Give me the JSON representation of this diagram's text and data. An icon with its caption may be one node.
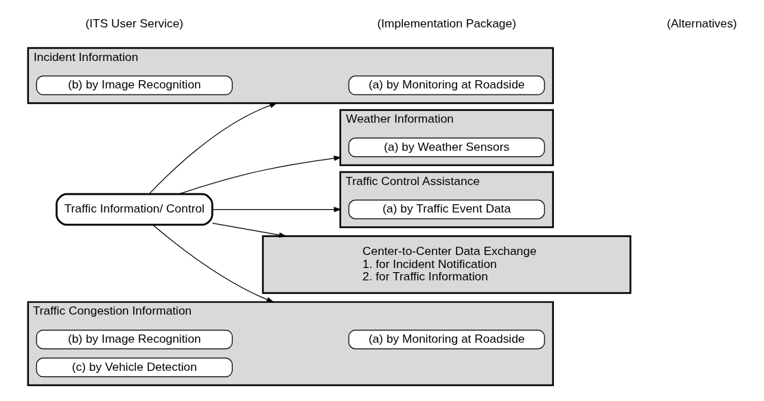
{
  "diagram": {
    "nodes": [
      {
        "text": [
          "Traffic Information/ Control"
        ]
      },
      {
        "text": [
          "Incident Information"
        ]
      },
      {
        "text": [
          "(a) by Monitoring at Roadside"
        ],
        "in": 1
      },
      {
        "text": [
          "(b) by Image Recognition"
        ],
        "in": 1
      },
      {
        "text": [
          "Traffic Congestion Information"
        ]
      },
      {
        "text": [
          "(a) by Monitoring at Roadside"
        ],
        "in": 4
      },
      {
        "text": [
          "(b) by Image Recognition"
        ],
        "in": 4
      },
      {
        "text": [
          "(c) by Vehicle Detection"
        ],
        "in": 4
      },
      {
        "text": [
          "Weather Information"
        ]
      },
      {
        "text": [
          "(a) by Weather Sensors"
        ],
        "in": 8
      },
      {
        "text": [
          "Traffic Control Assistance"
        ]
      },
      {
        "text": [
          "(a) by Traffic Event Data"
        ],
        "in": 10
      },
      {
        "text": [
          "Center-to-Center Data Exchange",
          "1. for Incident Notification",
          "2. for Traffic Information"
        ]
      }
    ],
    "edges": [
      {
        "from": 0,
        "to": 1,
        "arrow": "to"
      },
      {
        "from": 0,
        "to": 4,
        "arrow": "to"
      },
      {
        "from": 0,
        "to": 8,
        "arrow": "to"
      },
      {
        "from": 0,
        "to": 10,
        "arrow": "to"
      },
      {
        "from": 0,
        "to": 12,
        "arrow": "to"
      }
    ],
    "labels": [
      "(ITS User Service)",
      "(Implementation Package)",
      "(Alternatives)"
    ]
  }
}
